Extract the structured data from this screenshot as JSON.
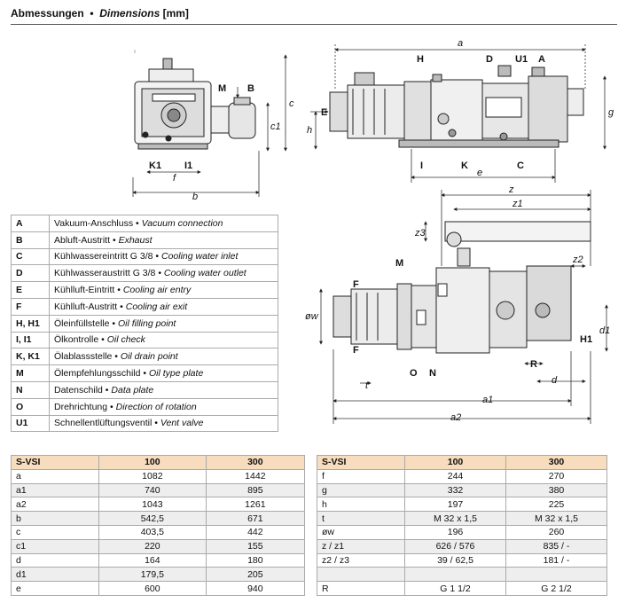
{
  "header": {
    "title_de": "Abmessungen",
    "bullet": "•",
    "title_en": "Dimensions",
    "unit": "[mm]"
  },
  "drawing_labels": {
    "front": [
      "M",
      "B",
      "c",
      "c1",
      "K1",
      "I1",
      "f",
      "b"
    ],
    "side": [
      "a",
      "H",
      "D",
      "U1",
      "A",
      "E",
      "h",
      "g",
      "I",
      "K",
      "C",
      "e"
    ],
    "top": [
      "z",
      "z1",
      "z3",
      "z2",
      "M",
      "F",
      "F",
      "øw",
      "t",
      "O",
      "N",
      "R",
      "H1",
      "d1",
      "d",
      "a1",
      "a2"
    ]
  },
  "legend": [
    {
      "key": "A",
      "de": "Vakuum-Anschluss",
      "en": "Vacuum connection"
    },
    {
      "key": "B",
      "de": "Abluft-Austritt",
      "en": "Exhaust"
    },
    {
      "key": "C",
      "de": "Kühlwassereintritt G 3/8",
      "en": "Cooling water inlet"
    },
    {
      "key": "D",
      "de": "Kühlwasseraustritt G 3/8",
      "en": "Cooling water outlet"
    },
    {
      "key": "E",
      "de": "Kühlluft-Eintritt",
      "en": "Cooling air entry"
    },
    {
      "key": "F",
      "de": "Kühlluft-Austritt",
      "en": "Cooling air exit"
    },
    {
      "key": "H, H1",
      "de": "Öleinfüllstelle",
      "en": "Oil filling point"
    },
    {
      "key": "I, I1",
      "de": "Ölkontrolle",
      "en": "Oil check"
    },
    {
      "key": "K, K1",
      "de": "Ölablassstelle",
      "en": "Oil drain point"
    },
    {
      "key": "M",
      "de": "Ölempfehlungsschild",
      "en": "Oil type plate"
    },
    {
      "key": "N",
      "de": "Datenschild",
      "en": "Data plate"
    },
    {
      "key": "O",
      "de": "Drehrichtung",
      "en": "Direction of rotation"
    },
    {
      "key": "U1",
      "de": "Schnellentlüftungsventil",
      "en": "Vent valve"
    }
  ],
  "table1": {
    "headers": [
      "S-VSI",
      "100",
      "300"
    ],
    "rows": [
      [
        "a",
        "1082",
        "1442"
      ],
      [
        "a1",
        "740",
        "895"
      ],
      [
        "a2",
        "1043",
        "1261"
      ],
      [
        "b",
        "542,5",
        "671"
      ],
      [
        "c",
        "403,5",
        "442"
      ],
      [
        "c1",
        "220",
        "155"
      ],
      [
        "d",
        "164",
        "180"
      ],
      [
        "d1",
        "179,5",
        "205"
      ],
      [
        "e",
        "600",
        "940"
      ]
    ]
  },
  "table2": {
    "headers": [
      "S-VSI",
      "100",
      "300"
    ],
    "rows": [
      [
        "f",
        "244",
        "270"
      ],
      [
        "g",
        "332",
        "380"
      ],
      [
        "h",
        "197",
        "225"
      ],
      [
        "t",
        "M 32 x 1,5",
        "M 32 x 1,5"
      ],
      [
        "øw",
        "196",
        "260"
      ],
      [
        "z / z1",
        "626 / 576",
        "835 / -"
      ],
      [
        "z2 / z3",
        "39 / 62,5",
        "181 / -"
      ],
      [
        "",
        "",
        ""
      ],
      [
        "R",
        "G 1 1/2",
        "G 2 1/2"
      ]
    ]
  }
}
